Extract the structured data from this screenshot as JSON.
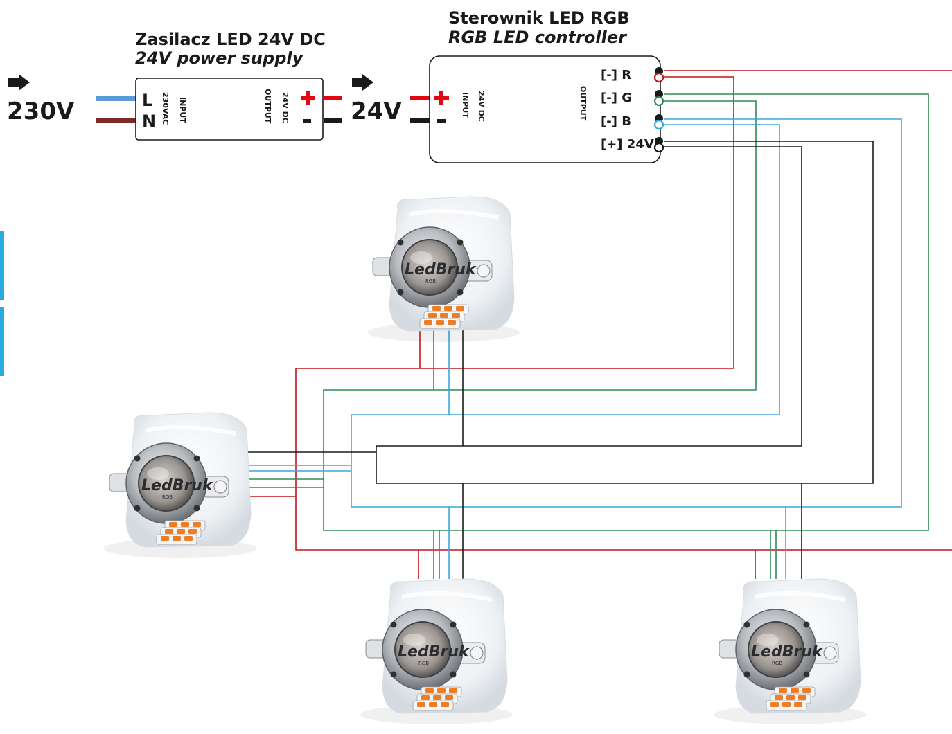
{
  "power_supply": {
    "title_pl": "Zasilacz LED 24V DC",
    "title_en": "24V power supply",
    "terminal_l": "L",
    "terminal_n": "N",
    "input_label": "INPUT",
    "input_voltage": "230VAC",
    "output_voltage": "24V DC",
    "output_label": "OUTPUT",
    "plus": "+",
    "minus": "-"
  },
  "mains": {
    "label": "230V"
  },
  "dc_bus": {
    "label": "24V"
  },
  "controller": {
    "title_pl": "Sterownik LED RGB",
    "title_en": "RGB LED controller",
    "input_voltage": "24V DC",
    "input_label": "INPUT",
    "output_label": "OUTPUT",
    "plus": "+",
    "minus": "-",
    "terminals": [
      "[-] R",
      "[-] G",
      "[-] B",
      "[+] 24V"
    ]
  },
  "lamps": {
    "brand": "LedBruk",
    "variant": "RGB"
  },
  "colors": {
    "red_wire": "#c4161c",
    "green_wire": "#2e8b57",
    "blue_wire": "#3aa7dc",
    "black_wire": "#1a1a1a",
    "mains_blue": "#5b9bd5",
    "mains_brown": "#7b2a26",
    "dc_plus": "#e30613",
    "side_tab": "#29abe2"
  }
}
